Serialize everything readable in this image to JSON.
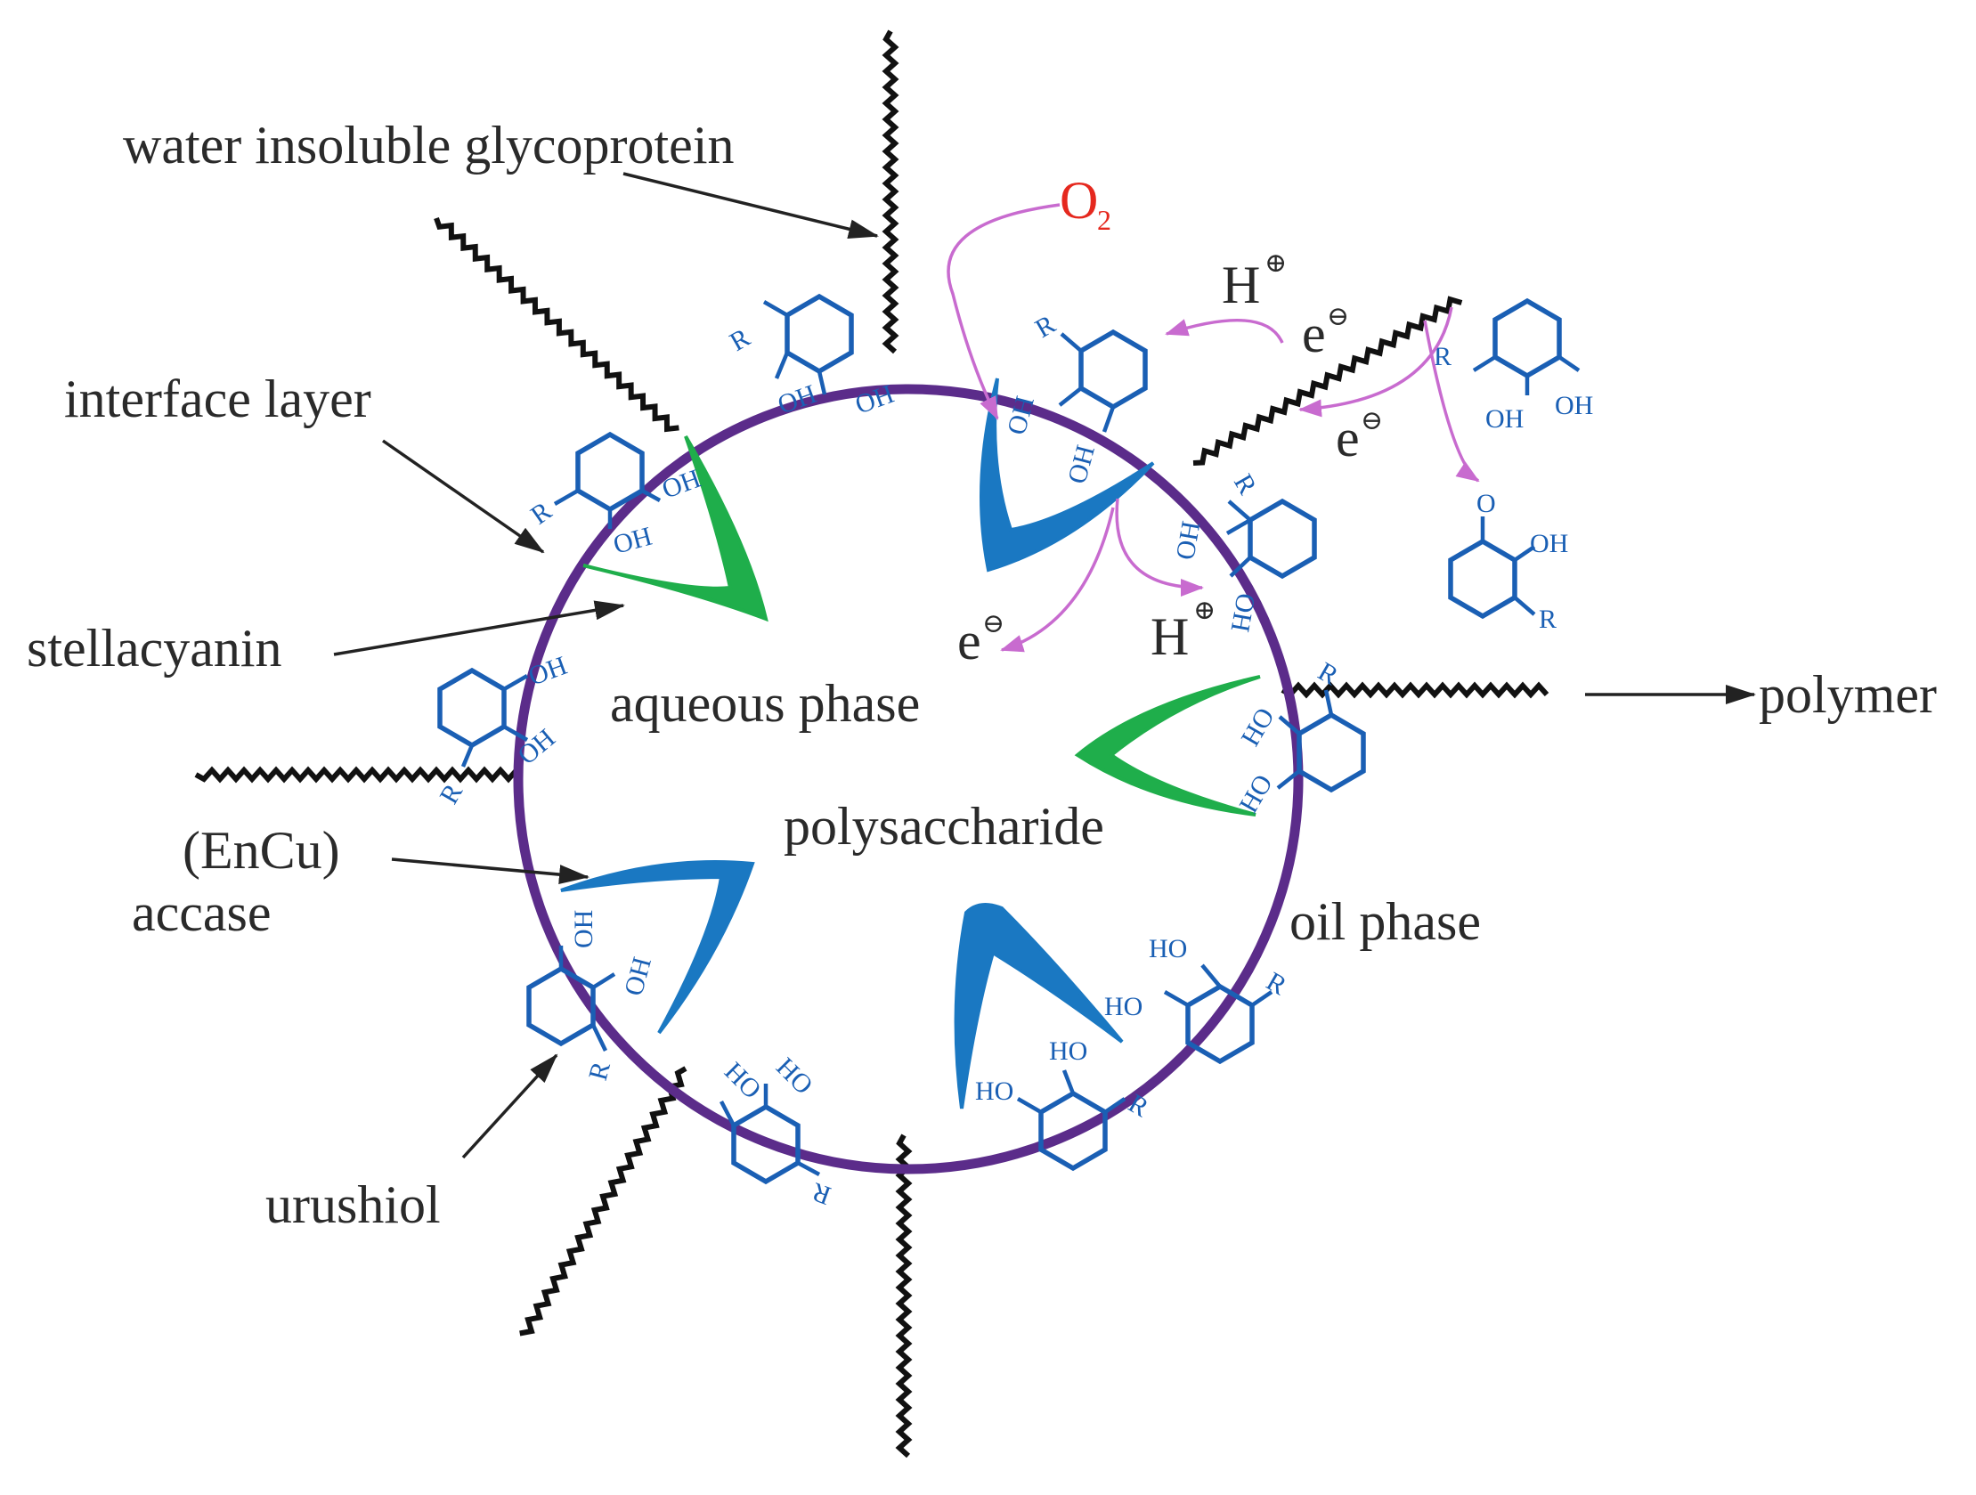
{
  "labels": {
    "glycoprotein": "water insoluble glycoprotein",
    "interface": "interface layer",
    "stellacyanin": "stellacyanin",
    "aqueous": "aqueous phase",
    "polysaccharide": "polysaccharide",
    "encu": "(EnCu)",
    "laccase": "accase",
    "urushiol": "urushiol",
    "oil": "oil phase",
    "polymer": "polymer",
    "oxygen": "O",
    "oxygen_sub": "2",
    "proton": "H",
    "electron": "e",
    "plus_charge": "⊕",
    "minus_charge": "⊖"
  },
  "chem": {
    "oh": "OH",
    "ho": "HO",
    "r": "R",
    "o": "O"
  },
  "colors": {
    "membrane": "#5b2c8a",
    "enzyme_blue": "#1a78c2",
    "stellacyanin_green": "#1fae4b",
    "molecule_blue": "#1a5fb4",
    "reaction_pink": "#c86bcf",
    "oxygen_red": "#e5281e",
    "text": "#2a2a2a"
  },
  "icons": [
    "membrane-circle",
    "zigzag-chain",
    "benzene-ring",
    "enzyme-crescent",
    "arrow"
  ]
}
